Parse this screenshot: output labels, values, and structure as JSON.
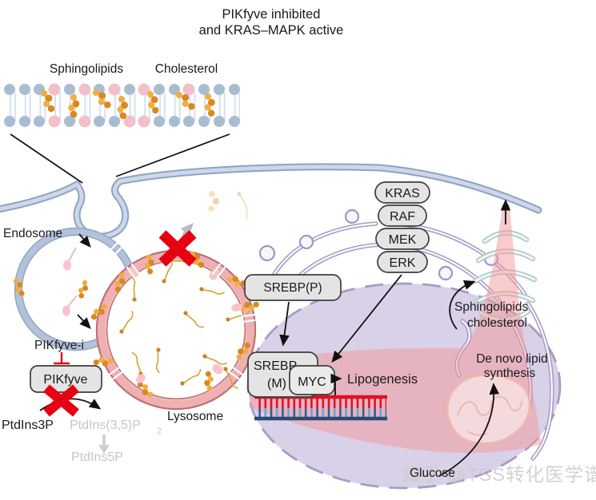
{
  "title": {
    "line1": "PIKfyve inhibited",
    "line2": "and KRAS–MAPK active"
  },
  "membrane_inset": {
    "label_sphingolipids": "Sphingolipids",
    "label_cholesterol": "Cholesterol"
  },
  "endosome": {
    "label": "Endosome"
  },
  "lysosome": {
    "label": "Lysosome"
  },
  "pikfyve": {
    "inhibitor_label": "PIKfyve-i",
    "enzyme_label": "PIKfyve",
    "substrate": "PtdIns3P",
    "product_blocked": "PtdIns(3,5)P",
    "product_blocked_sub": "2",
    "product_downstream": "PtdIns5P"
  },
  "kinase_cascade": {
    "items": [
      "KRAS",
      "RAF",
      "MEK",
      "ERK"
    ]
  },
  "srebp": {
    "precursor": "SREBP(P)",
    "mature_line1": "SREBP",
    "mature_line2": "(M)",
    "myc": "MYC",
    "output": "Lipogenesis"
  },
  "golgi": {
    "label_line1": "Sphingolipids",
    "label_line2": "cholesterol"
  },
  "de_novo": {
    "line1": "De novo lipid",
    "line2": "synthesis"
  },
  "glucose": {
    "label": "Glucose"
  },
  "watermark": {
    "text": "知乎 @TSS转化医学谱"
  },
  "colors": {
    "red": "#e60012",
    "box_gray": "#e4e4e4",
    "muted_gray": "#c6c6c6",
    "membrane_blue": "#8ea3c2",
    "membrane_fill": "#ccd7e8",
    "lyso_ring": "#efb0b3",
    "lyso_edge": "#c06f6f",
    "nucleus_purple": "#cfc5e1",
    "nucleus_border": "#a89bc4",
    "er_purple": "#a494c4",
    "golgi_teal": "#aecdc6",
    "mito_peach": "#f0bba3",
    "beam_pink": "#f4989b",
    "orange_lipid": "#eba62f",
    "dna_red": "#e01122",
    "dna_blue": "#2a4a74"
  }
}
